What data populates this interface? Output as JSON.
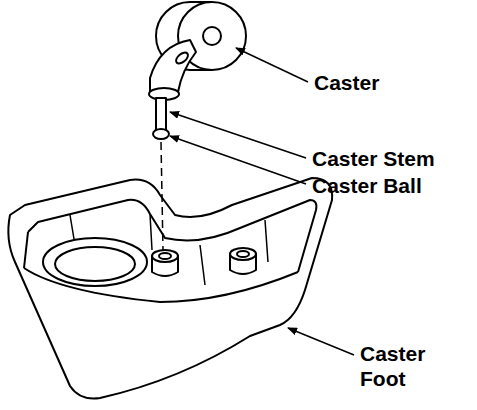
{
  "diagram": {
    "labels": [
      "Caster",
      "Caster Stem",
      "Caster Ball",
      "Caster Foot"
    ]
  }
}
